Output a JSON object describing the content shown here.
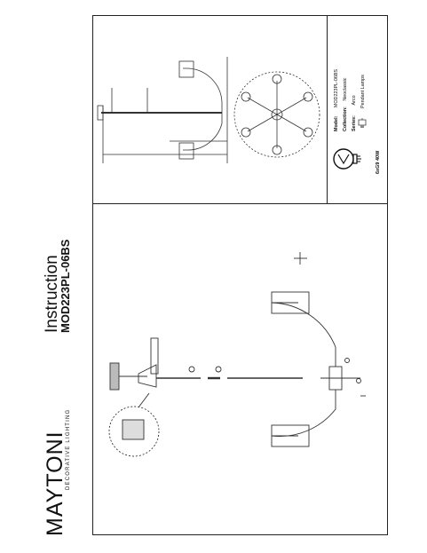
{
  "brand": {
    "name": "MAYTONI",
    "tagline": "DECORATIVE LIGHTING"
  },
  "header": {
    "title": "Instruction",
    "model": "MOD223PL-06BS"
  },
  "spec": {
    "model_label": "Model:",
    "model_value": "MOD223PL-06BS",
    "collection_label": "Collection:",
    "collection_value": "Neoclassic",
    "series_label": "Series:",
    "series_value": "Arco",
    "type_value": "Pendant Lamps"
  },
  "bulb": {
    "spec": "6xG9 40W"
  },
  "colors": {
    "line": "#333333",
    "frame": "#222222"
  }
}
